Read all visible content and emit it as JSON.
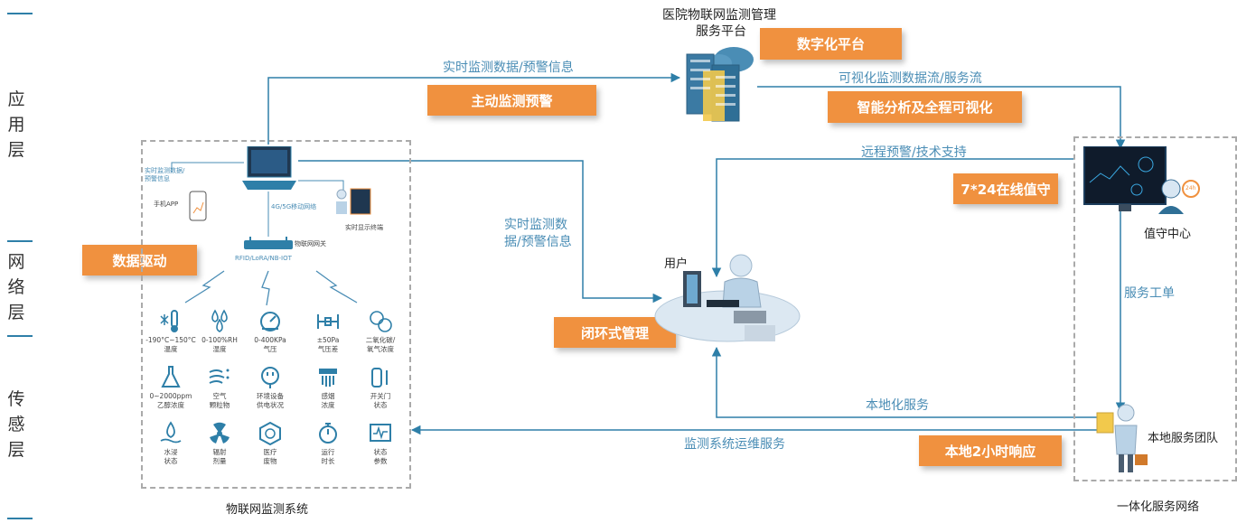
{
  "layers": [
    {
      "label": "应\n用\n层"
    },
    {
      "label": "网\n络\n层"
    },
    {
      "label": "传\n感\n层"
    }
  ],
  "platform": {
    "title_line1": "医院物联网监测管理",
    "title_line2": "服务平台"
  },
  "badges": {
    "digital_platform": "数字化平台",
    "active_warning": "主动监测预警",
    "smart_analysis": "智能分析及全程可视化",
    "online_duty": "7*24在线值守",
    "data_driven": "数据驱动",
    "closed_loop": "闭环式管理",
    "local_response": "本地2小时响应"
  },
  "flows": {
    "realtime_top": "实时监测数据/预警信息",
    "visual_stream": "可视化监测数据流/服务流",
    "remote_support": "远程预警/技术支持",
    "realtime_mid_line1": "实时监测数",
    "realtime_mid_line2": "据/预警信息",
    "service_order": "服务工单",
    "local_service": "本地化服务",
    "ops_service": "监测系统运维服务"
  },
  "nodes": {
    "user": "用户",
    "duty_center": "值守中心",
    "local_team": "本地服务团队",
    "badge_24h": "24h"
  },
  "iot_system": {
    "caption": "物联网监测系统",
    "side_note": "实时监测数据/\n预警信息",
    "phone_app": "手机APP",
    "network_label": "4G/5G移动网络",
    "terminal": "实时显示终端",
    "gateway": "物联网网关",
    "protocols": "RFID/LoRA/NB-IOT"
  },
  "service_network_caption": "一体化服务网络",
  "sensors": [
    {
      "label": "-190°C~150°C\n温度",
      "icon": "thermometer-snow-icon"
    },
    {
      "label": "0-100%RH\n湿度",
      "icon": "humidity-drops-icon"
    },
    {
      "label": "0-400KPa\n气压",
      "icon": "pressure-gauge-icon"
    },
    {
      "label": "±50Pa\n气压差",
      "icon": "pressure-diff-icon"
    },
    {
      "label": "二氧化碳/\n氧气浓度",
      "icon": "co2-o2-icon"
    },
    {
      "label": "0~2000ppm\n乙醇浓度",
      "icon": "flask-icon"
    },
    {
      "label": "空气\n颗粒物",
      "icon": "air-particle-icon"
    },
    {
      "label": "环境设备\n供电状况",
      "icon": "power-plug-icon"
    },
    {
      "label": "感烟\n浓度",
      "icon": "smoke-detector-icon"
    },
    {
      "label": "开关门\n状态",
      "icon": "door-switch-icon"
    },
    {
      "label": "水浸\n状态",
      "icon": "water-leak-icon"
    },
    {
      "label": "辐射\n剂量",
      "icon": "radiation-icon"
    },
    {
      "label": "医疗\n废物",
      "icon": "biohazard-icon"
    },
    {
      "label": "运行\n时长",
      "icon": "stopwatch-icon"
    },
    {
      "label": "状态\n参数",
      "icon": "status-monitor-icon"
    }
  ],
  "colors": {
    "accent_orange": "#f0913f",
    "flow_blue": "#4a8db5",
    "line_blue": "#2e7fa8",
    "dashed_gray": "#aaaaaa"
  }
}
